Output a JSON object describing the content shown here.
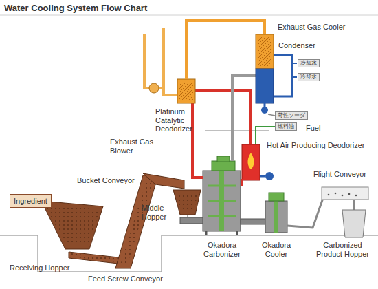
{
  "diagram": {
    "title": "Water Cooling System Flow Chart",
    "nodes": [
      {
        "text": [
          "Ingredient"
        ]
      },
      {
        "text": [
          "冷却水"
        ]
      },
      {
        "text": [
          "冷却水"
        ]
      },
      {
        "text": [
          "苛性ソーダ"
        ]
      },
      {
        "text": [
          "燃料油"
        ]
      }
    ],
    "labels": [
      "Exhaust Gas Cooler",
      "Condenser",
      "Platinum Catalytic Deodorizer",
      "Fuel",
      "Hot Air Producing Deodorizer",
      "Exhaust Gas Blower",
      "Bucket Conveyor",
      "Flight Conveyor",
      "Middle Hopper",
      "Receiving Hopper",
      "Feed Screw Conveyor",
      "Okadora Carbonizer",
      "Okadora Cooler",
      "Carbonized Product Hopper"
    ]
  }
}
